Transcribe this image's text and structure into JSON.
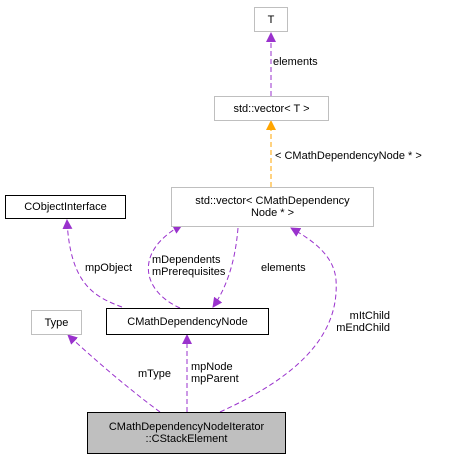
{
  "colors": {
    "member_edge": "#9a32cd",
    "template_edge": "#ffa500",
    "external_border": "#bfbfbf",
    "documented_border": "#000000",
    "focus_fill": "#bfbfbf"
  },
  "nodes": {
    "t": {
      "label": "T"
    },
    "std_vector_t": {
      "label": "std::vector< T >"
    },
    "cobjectinterface": {
      "label": "CObjectInterface"
    },
    "std_vector_node": {
      "line1": "std::vector< CMathDependency",
      "line2": "Node * >"
    },
    "type": {
      "label": "Type"
    },
    "cmathdependencynode": {
      "label": "CMathDependencyNode"
    },
    "stack_element": {
      "line1": "CMathDependencyNodeIterator",
      "line2": "::CStackElement"
    }
  },
  "edge_labels": {
    "elements_top": "elements",
    "template_arg": "< CMathDependencyNode * >",
    "mp_object": "mpObject",
    "m_dependents": "mDependents",
    "m_prerequisites": "mPrerequisites",
    "elements_mid": "elements",
    "m_it_child": "mItChild",
    "m_end_child": "mEndChild",
    "m_type": "mType",
    "mp_node": "mpNode",
    "mp_parent": "mpParent"
  }
}
